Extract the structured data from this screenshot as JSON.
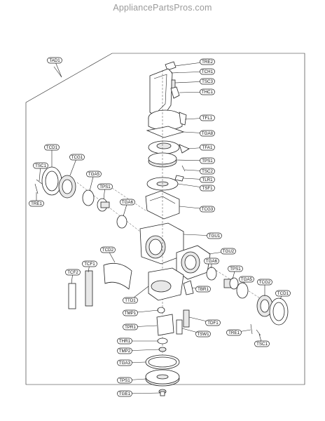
{
  "watermark": "AppliancePartsPros.com",
  "assembly_label": "TAD1",
  "callouts": [
    {
      "id": "TAD1",
      "label": "TAD1"
    },
    {
      "id": "TRE2",
      "label": "TRE2"
    },
    {
      "id": "TCH1",
      "label": "TCH1"
    },
    {
      "id": "TSC3",
      "label": "TSC3"
    },
    {
      "id": "THC1",
      "label": "THC1"
    },
    {
      "id": "TFL1",
      "label": "TFL1"
    },
    {
      "id": "TGA8",
      "label": "TGA8"
    },
    {
      "id": "TFA1",
      "label": "TFA1"
    },
    {
      "id": "TPS1a",
      "label": "TPS1"
    },
    {
      "id": "TSC2",
      "label": "TSC2"
    },
    {
      "id": "TLR1",
      "label": "TLR1"
    },
    {
      "id": "TSF1",
      "label": "TSF1"
    },
    {
      "id": "TCG3",
      "label": "TCG3"
    },
    {
      "id": "TGU1",
      "label": "TGU1"
    },
    {
      "id": "TGU2",
      "label": "TGU2"
    },
    {
      "id": "TCD1L",
      "label": "TCD1"
    },
    {
      "id": "TCG1",
      "label": "TCG1"
    },
    {
      "id": "TSC1L",
      "label": "TSC1"
    },
    {
      "id": "TGA5L",
      "label": "TGA5"
    },
    {
      "id": "TPS1L",
      "label": "TPS1"
    },
    {
      "id": "TRE1L",
      "label": "TRE1"
    },
    {
      "id": "TGA6L",
      "label": "TGA6"
    },
    {
      "id": "TCD2",
      "label": "TCD2"
    },
    {
      "id": "TCF1",
      "label": "TCF1"
    },
    {
      "id": "TCF2",
      "label": "TCF2"
    },
    {
      "id": "TGA6R",
      "label": "TGA6"
    },
    {
      "id": "TPS1R",
      "label": "TPS1"
    },
    {
      "id": "TGA5R",
      "label": "TGA5"
    },
    {
      "id": "TCG2",
      "label": "TCG2"
    },
    {
      "id": "TCD1R",
      "label": "TCD1"
    },
    {
      "id": "TBR1",
      "label": "TBR1"
    },
    {
      "id": "TTD1",
      "label": "TTD1"
    },
    {
      "id": "TMP1",
      "label": "TMP1"
    },
    {
      "id": "TDF1",
      "label": "TDF1"
    },
    {
      "id": "TPR1",
      "label": "TPR1"
    },
    {
      "id": "TSW1",
      "label": "TSW1"
    },
    {
      "id": "TRE1R",
      "label": "TRE1"
    },
    {
      "id": "TSC1R",
      "label": "TSC1"
    },
    {
      "id": "THR1",
      "label": "THR1"
    },
    {
      "id": "TMP2",
      "label": "TMP2"
    },
    {
      "id": "TGA3",
      "label": "TGA3"
    },
    {
      "id": "TPS1B",
      "label": "TPS1"
    },
    {
      "id": "TGE1",
      "label": "TGE1"
    }
  ]
}
